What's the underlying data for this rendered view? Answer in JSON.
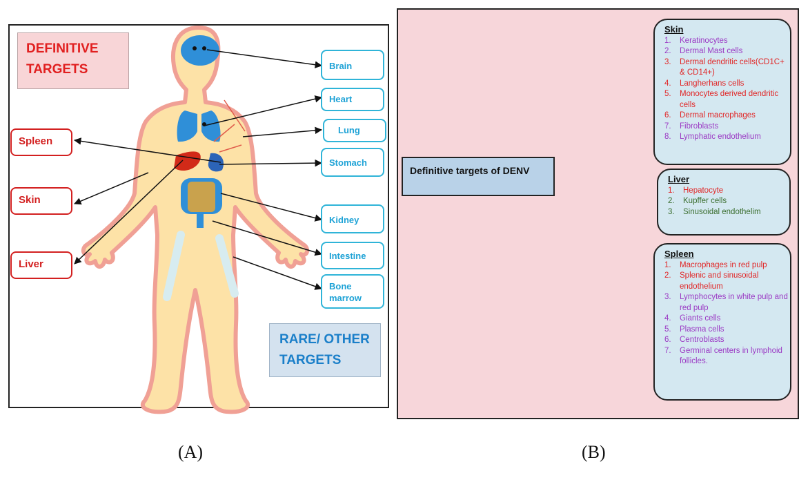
{
  "panel_a": {
    "definitive_label": "DEFINITIVE TARGETS",
    "rare_label": "RARE/ OTHER TARGETS",
    "left_targets": [
      "Spleen",
      "Skin",
      "Liver"
    ],
    "right_targets": [
      "Brain",
      "Heart",
      "Lung",
      "Stomach",
      "Kidney",
      "Intestine",
      "Bone marrow"
    ]
  },
  "panel_b": {
    "center_label": "Definitive targets of DENV",
    "skin": {
      "heading": "Skin",
      "items": [
        {
          "n": "1.",
          "text": "Keratinocytes",
          "color": "#9b3ac4"
        },
        {
          "n": "2.",
          "text": "Dermal Mast cells",
          "color": "#9b3ac4"
        },
        {
          "n": "3.",
          "text": "Dermal dendritic cells(CD1C+ & CD14+)",
          "color": "#e12525"
        },
        {
          "n": "4.",
          "text": "Langherhans cells",
          "color": "#e12525"
        },
        {
          "n": "5.",
          "text": "Monocytes derived dendritic cells",
          "color": "#e12525"
        },
        {
          "n": "6.",
          "text": "Dermal macrophages",
          "color": "#e12525"
        },
        {
          "n": "7.",
          "text": "Fibroblasts",
          "color": "#9b3ac4"
        },
        {
          "n": "8.",
          "text": "Lymphatic endothelium",
          "color": "#9b3ac4"
        }
      ]
    },
    "liver": {
      "heading": "Liver",
      "items": [
        {
          "n": "1.",
          "text": "Hepatocyte",
          "color": "#e12525"
        },
        {
          "n": "2.",
          "text": "Kupffer cells",
          "color": "#3b6e2f"
        },
        {
          "n": "3.",
          "text": "Sinusoidal endothelim",
          "color": "#3b6e2f"
        }
      ]
    },
    "spleen": {
      "heading": "Spleen",
      "items": [
        {
          "n": "1.",
          "text": "Macrophages in red pulp",
          "color": "#e12525"
        },
        {
          "n": "2.",
          "text": "Splenic and sinusoidal endothelium",
          "color": "#e12525"
        },
        {
          "n": "3.",
          "text": "Lymphocytes in white pulp and red pulp",
          "color": "#9b3ac4"
        },
        {
          "n": "4.",
          "text": "Giants cells",
          "color": "#9b3ac4"
        },
        {
          "n": "5.",
          "text": "Plasma cells",
          "color": "#9b3ac4"
        },
        {
          "n": "6.",
          "text": "Centroblasts",
          "color": "#9b3ac4"
        },
        {
          "n": "7.",
          "text": "Germinal centers in lymphoid follicles.",
          "color": "#9b3ac4"
        }
      ]
    }
  },
  "captions": {
    "a": "(A)",
    "b": "(B)"
  }
}
